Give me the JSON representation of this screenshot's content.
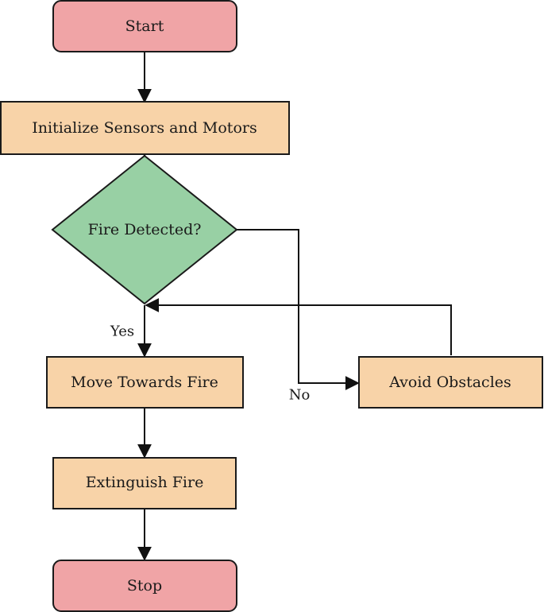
{
  "colors": {
    "terminal": "#f0a4a6",
    "process": "#f8d3a8",
    "decision": "#98d0a4",
    "line": "#111111"
  },
  "nodes": {
    "start": "Start",
    "initialize": "Initialize Sensors and Motors",
    "decision": "Fire Detected?",
    "move": "Move Towards Fire",
    "avoid": "Avoid Obstacles",
    "extinguish": "Extinguish Fire",
    "stop": "Stop"
  },
  "edges": {
    "yes_label": "Yes",
    "no_label": "No"
  }
}
